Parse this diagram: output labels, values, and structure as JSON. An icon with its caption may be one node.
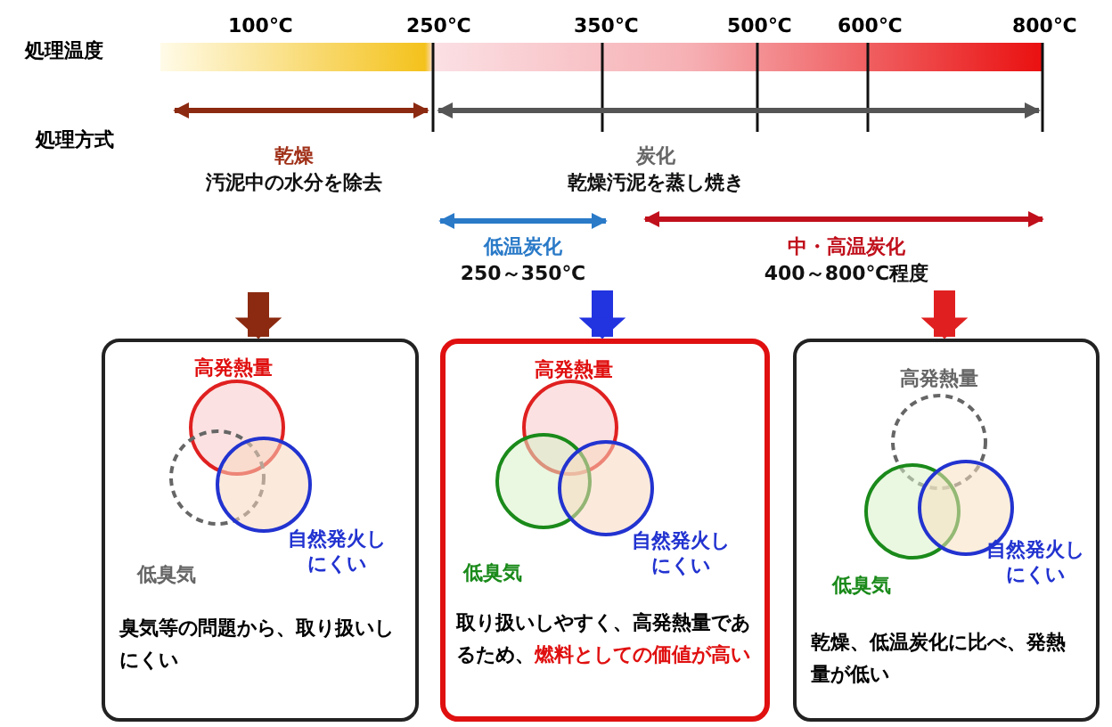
{
  "diagram": {
    "nodes": [
      {
        "text": [
          "乾燥",
          "汚泥中の水分を除去"
        ]
      },
      {
        "text": [
          "炭化",
          "乾燥汚泥を蒸し焼き"
        ]
      },
      {
        "text": [
          "低温炭化",
          "250～350℃"
        ]
      },
      {
        "text": [
          "中・高温炭化",
          "400～800℃程度"
        ]
      },
      {
        "text": [
          "高発熱量",
          "低臭気",
          "自然発火しにくい",
          "臭気等の問題から、取り扱いしにくい"
        ]
      },
      {
        "text": [
          "高発熱量",
          "低臭気",
          "自然発火しにくい",
          "取り扱いしやすく、高発熱量であるため、**燃料としての価値が高い**"
        ]
      },
      {
        "text": [
          "高発熱量",
          "低臭気",
          "自然発火しにくい",
          "乾燥、低温炭化に比べ、発熱量が低い"
        ]
      }
    ],
    "edges": [
      {
        "from": null,
        "to": 4,
        "arrow": "to",
        "color": "#8b2a10"
      },
      {
        "from": 2,
        "to": 5,
        "arrow": "to",
        "color": "#2233e0"
      },
      {
        "from": 3,
        "to": 6,
        "arrow": "to",
        "color": "#e02020"
      }
    ],
    "labels": [
      "処理温度",
      "100℃",
      "250℃",
      "350℃",
      "500℃",
      "600℃",
      "800℃",
      "処理方式"
    ]
  }
}
